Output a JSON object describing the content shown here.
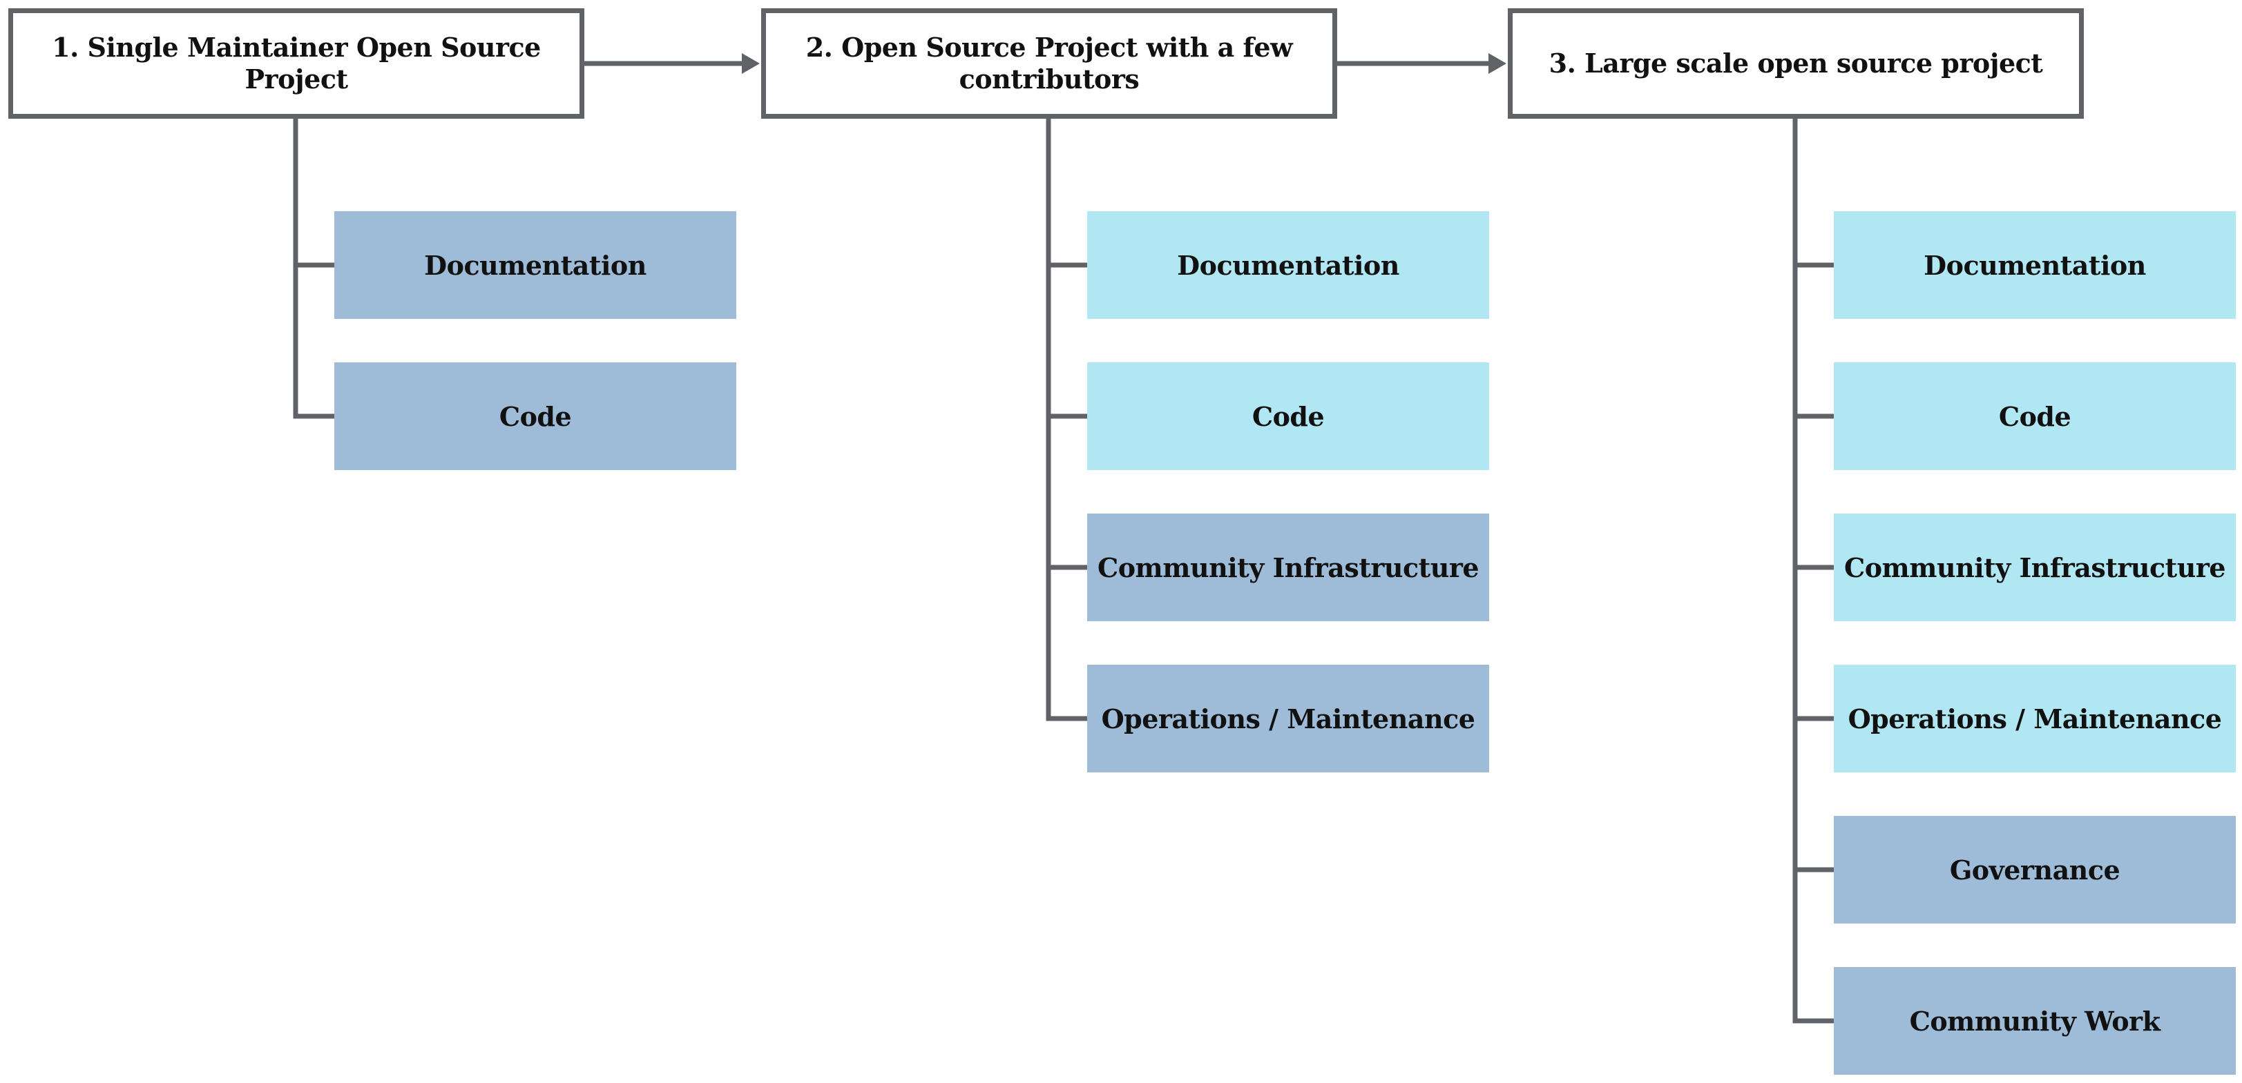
{
  "colors": {
    "connector": "#5f6368",
    "new_item": "#9ebbd7",
    "carried_item": "#b0e7f3",
    "stage_border": "#5f6368",
    "stage_background": "#ffffff",
    "text": "#111111"
  },
  "stages": [
    {
      "title": "1. Single Maintainer Open Source Project",
      "items": [
        {
          "label": "Documentation",
          "tone": "new"
        },
        {
          "label": "Code",
          "tone": "new"
        }
      ]
    },
    {
      "title": "2. Open Source Project with a few contributors",
      "items": [
        {
          "label": "Documentation",
          "tone": "carried"
        },
        {
          "label": "Code",
          "tone": "carried"
        },
        {
          "label": "Community Infrastructure",
          "tone": "new"
        },
        {
          "label": "Operations / Maintenance",
          "tone": "new"
        }
      ]
    },
    {
      "title": "3. Large scale open source project",
      "items": [
        {
          "label": "Documentation",
          "tone": "carried"
        },
        {
          "label": "Code",
          "tone": "carried"
        },
        {
          "label": "Community Infrastructure",
          "tone": "carried"
        },
        {
          "label": "Operations / Maintenance",
          "tone": "carried"
        },
        {
          "label": "Governance",
          "tone": "new"
        },
        {
          "label": "Community Work",
          "tone": "new"
        }
      ]
    }
  ]
}
